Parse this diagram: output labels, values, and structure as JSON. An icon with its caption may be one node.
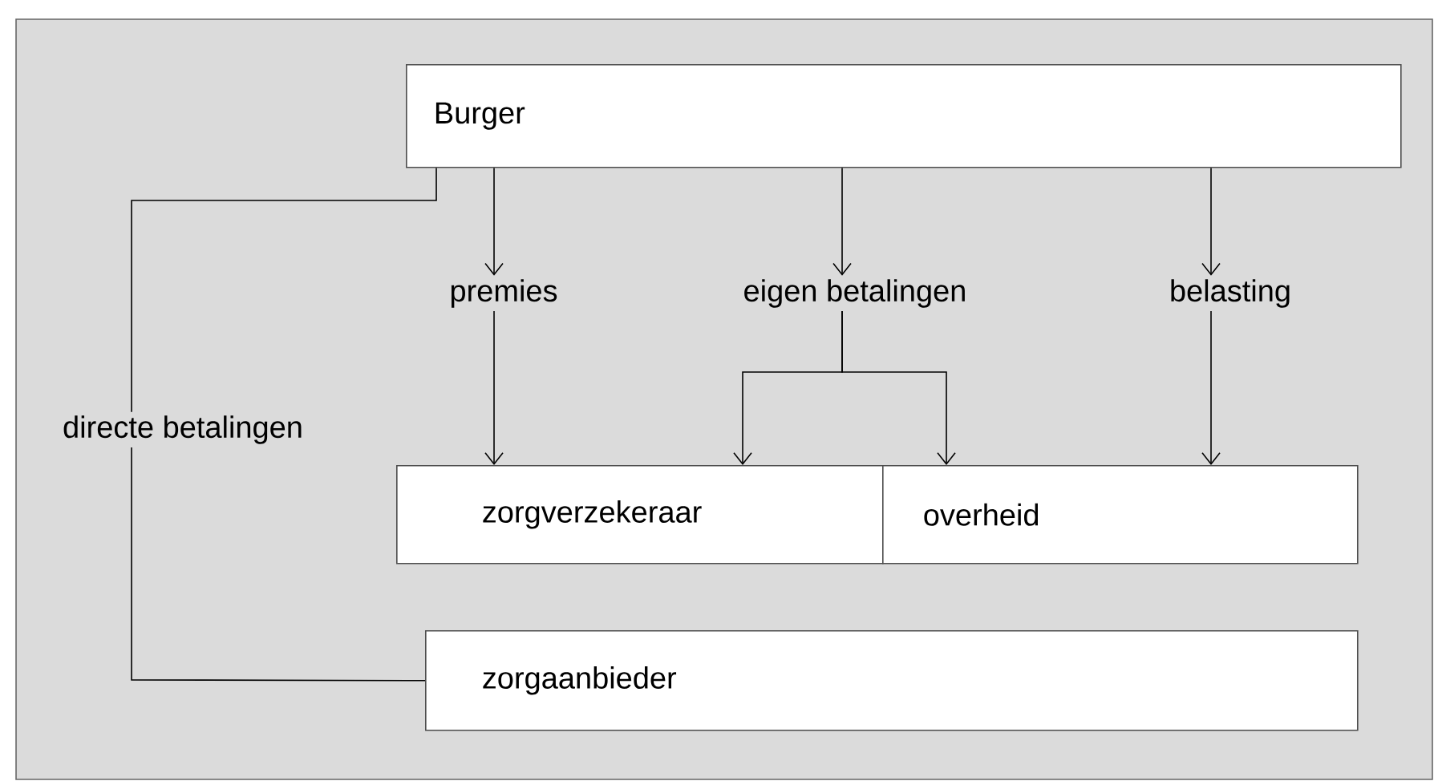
{
  "diagram": {
    "nodes": [
      {
        "text": [
          "Burger"
        ]
      },
      {
        "text": [
          "premies"
        ]
      },
      {
        "text": [
          "eigen betalingen"
        ]
      },
      {
        "text": [
          "belasting"
        ]
      },
      {
        "text": [
          "directe betalingen"
        ]
      },
      {
        "text": [
          "zorgverzekeraar"
        ]
      },
      {
        "text": [
          "overheid"
        ]
      },
      {
        "text": [
          "zorgaanbieder"
        ]
      }
    ],
    "edges": [
      {
        "from": 0,
        "to": 1,
        "arrow": "to"
      },
      {
        "from": 0,
        "to": 2,
        "arrow": "to"
      },
      {
        "from": 0,
        "to": 3,
        "arrow": "to"
      },
      {
        "from": 1,
        "to": 5,
        "arrow": "to"
      },
      {
        "from": 2,
        "to": 5,
        "arrow": "to"
      },
      {
        "from": 2,
        "to": 6,
        "arrow": "to"
      },
      {
        "from": 3,
        "to": 6,
        "arrow": "to"
      },
      {
        "from": 0,
        "to": 4,
        "arrow": "none"
      },
      {
        "from": 4,
        "to": 7,
        "arrow": "none"
      }
    ]
  }
}
